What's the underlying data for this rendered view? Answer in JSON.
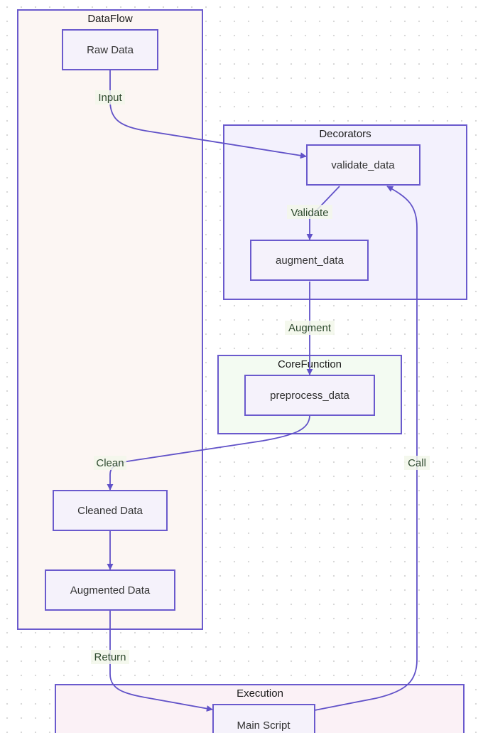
{
  "clusters": {
    "dataflow": {
      "title": "DataFlow"
    },
    "decorators": {
      "title": "Decorators"
    },
    "core_function": {
      "title": "CoreFunction"
    },
    "execution": {
      "title": "Execution"
    }
  },
  "nodes": {
    "raw_data": "Raw Data",
    "validate_data": "validate_data",
    "augment_data": "augment_data",
    "preprocess_data": "preprocess_data",
    "cleaned_data": "Cleaned Data",
    "augmented_data": "Augmented Data",
    "main_script": "Main Script"
  },
  "edges": {
    "input": "Input",
    "validate": "Validate",
    "augment": "Augment",
    "clean": "Clean",
    "return": "Return",
    "call": "Call"
  },
  "colors": {
    "stroke": "#6a5acd",
    "dataflow_fill": "#fcf6f3",
    "decorators_fill": "#f3f1fd",
    "core_function_fill": "#f3fbf2",
    "execution_fill": "#fbf1f6",
    "node_fill": "#f5f2fb",
    "edge": "#6152c8"
  }
}
